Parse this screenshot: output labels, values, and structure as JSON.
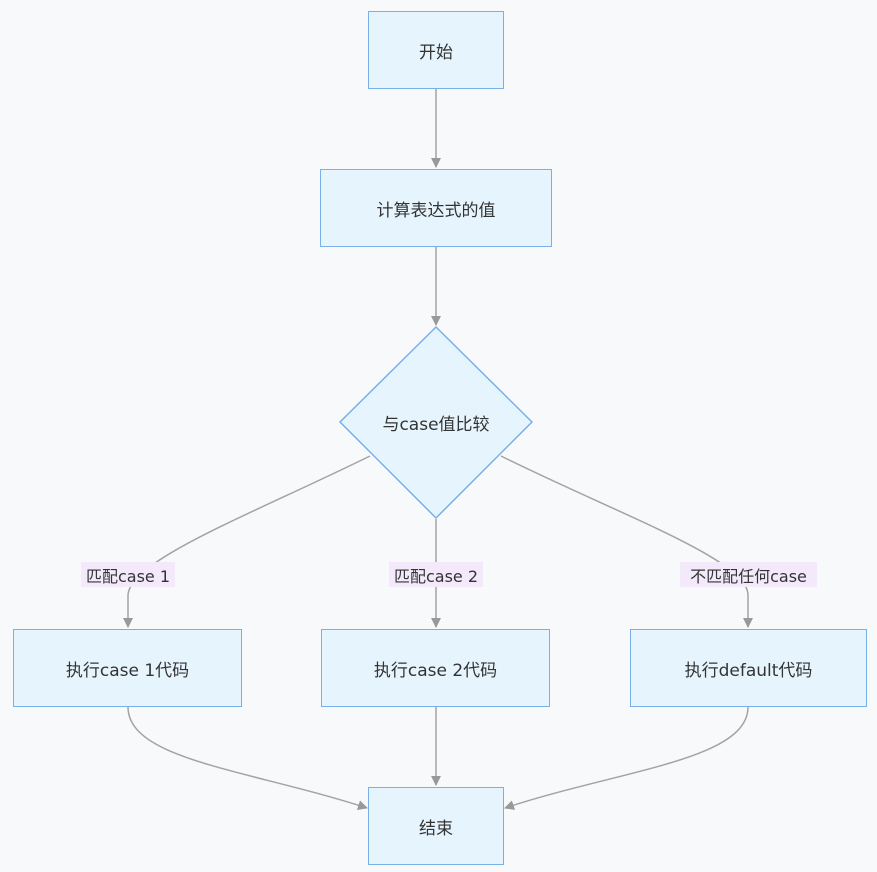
{
  "nodes": {
    "start": "开始",
    "compute": "计算表达式的值",
    "compare": "与case值比较",
    "exec1": "执行case 1代码",
    "exec2": "执行case 2代码",
    "execDefault": "执行default代码",
    "end": "结束"
  },
  "edges": {
    "match1": "匹配case 1",
    "match2": "匹配case 2",
    "noMatch": "不匹配任何case"
  }
}
